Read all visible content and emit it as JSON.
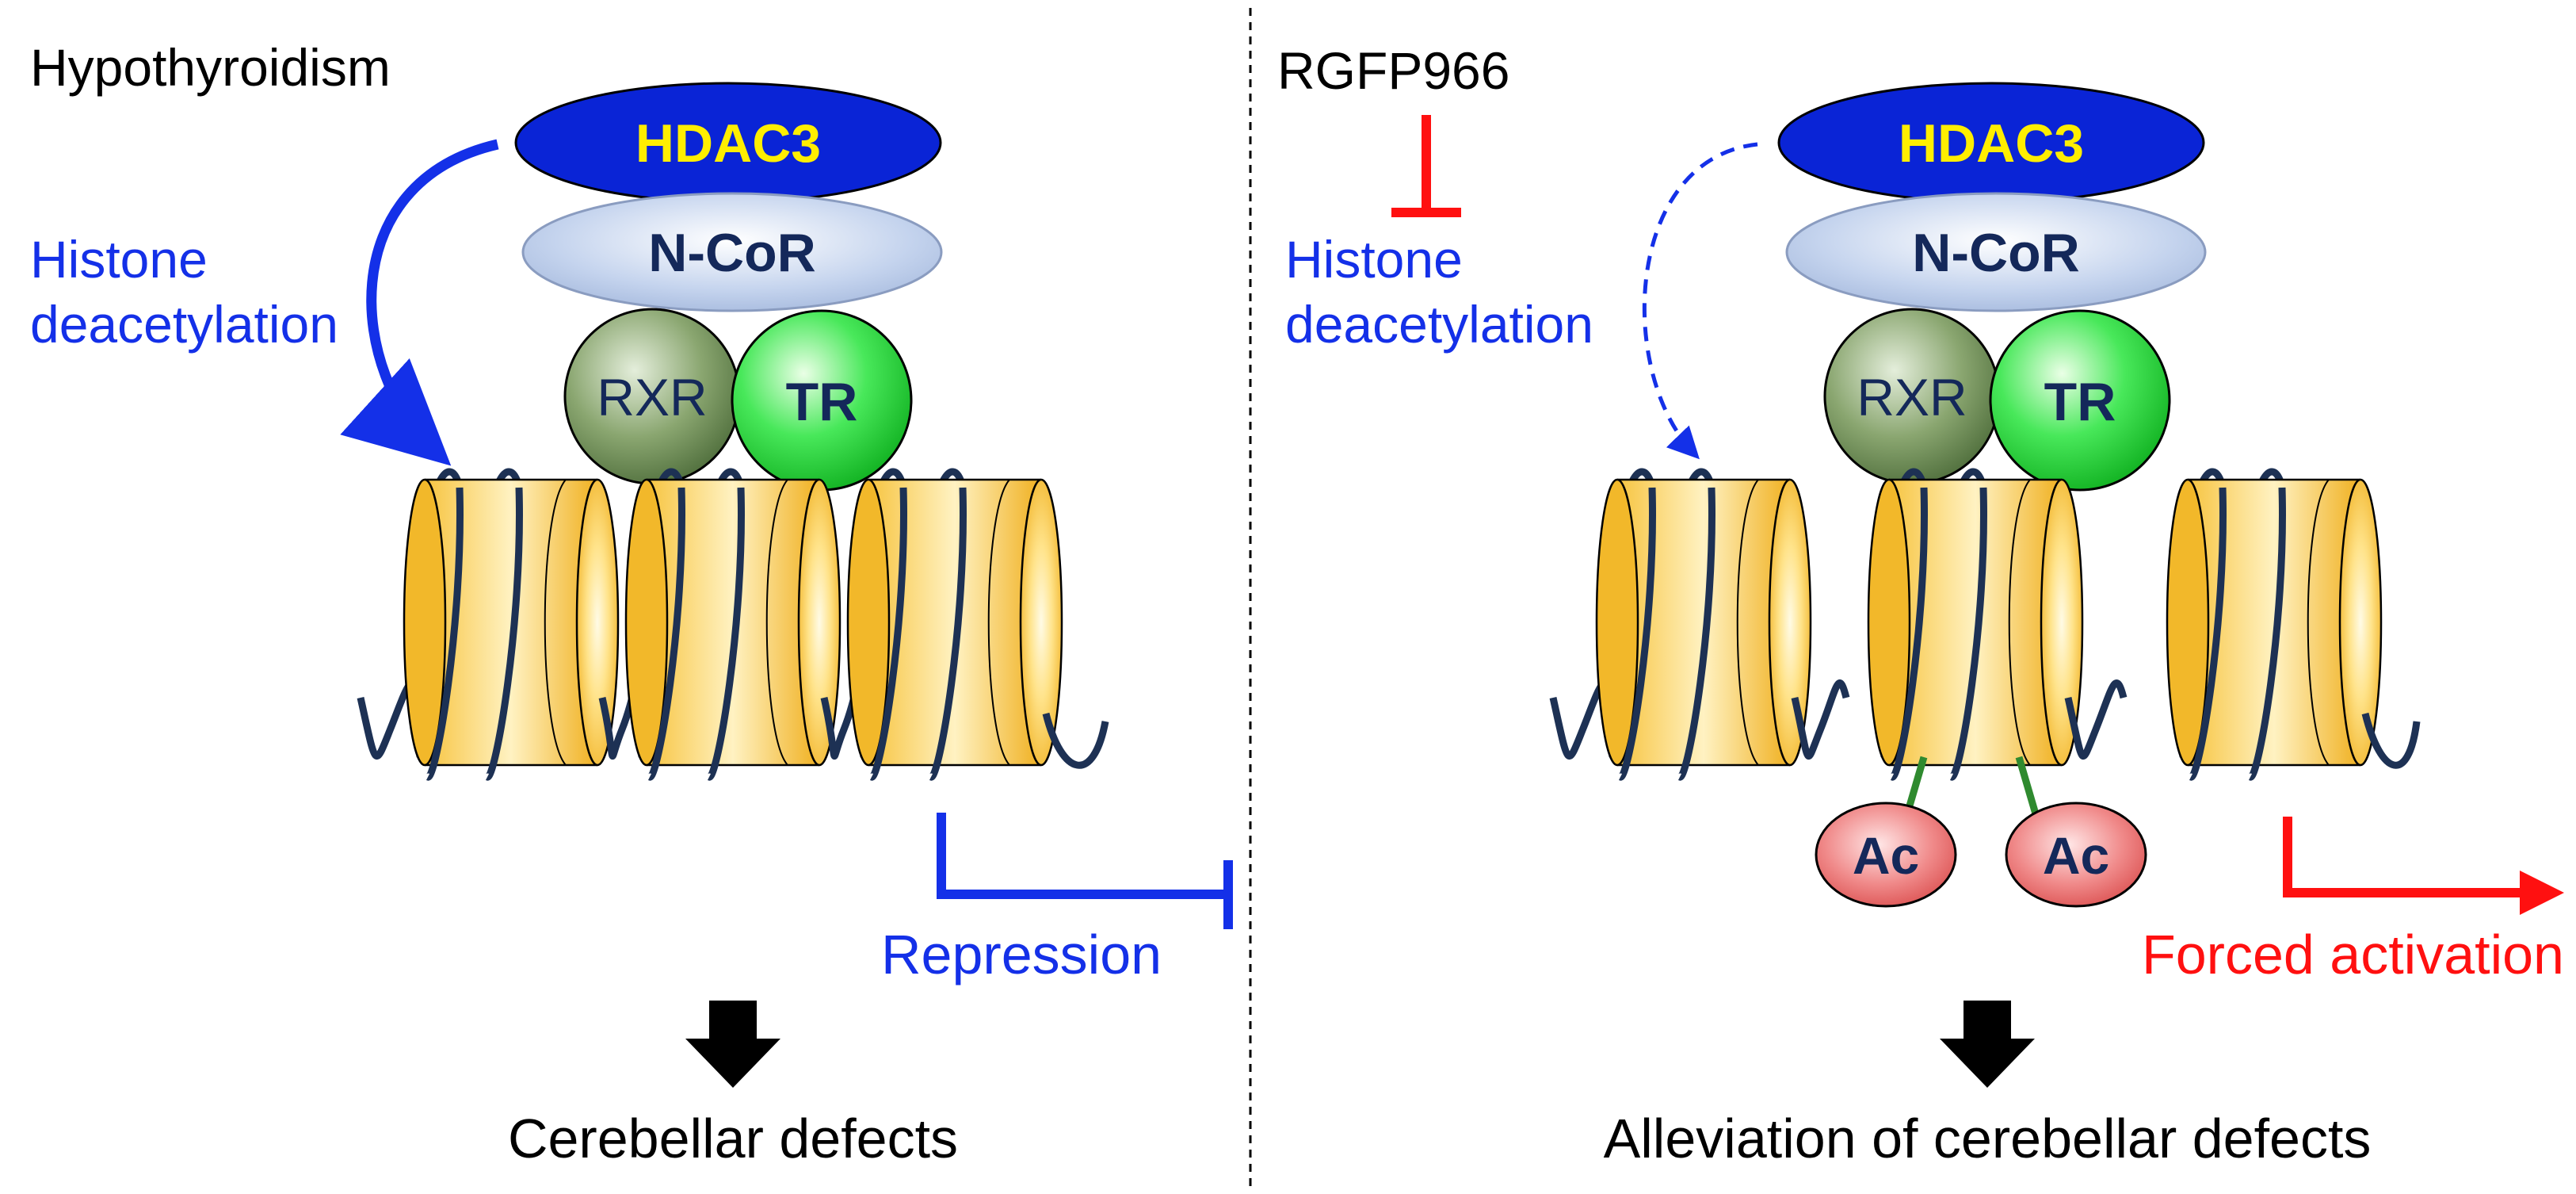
{
  "left_panel": {
    "condition_label": "Hypothyroidism",
    "process_label_line1": "Histone",
    "process_label_line2": "deacetylation",
    "hdac3_label": "HDAC3",
    "ncor_label": "N-CoR",
    "rxr_label": "RXR",
    "tr_label": "TR",
    "transcription_label": "Repression",
    "outcome_label": "Cerebellar defects"
  },
  "right_panel": {
    "condition_label": "RGFP966",
    "process_label_line1": "Histone",
    "process_label_line2": "deacetylation",
    "hdac3_label": "HDAC3",
    "ncor_label": "N-CoR",
    "rxr_label": "RXR",
    "tr_label": "TR",
    "acetyl_labels": [
      "Ac",
      "Ac"
    ],
    "transcription_label": "Forced activation",
    "outcome_label": "Alleviation of cerebellar defects"
  },
  "colors": {
    "hdac3_fill": "#0a24d6",
    "hdac3_text": "#ffee00",
    "ncor_fill": "#b8c8e6",
    "complex_text": "#14285a",
    "rxr_fill": "#6c8a58",
    "tr_fill": "#22d83a",
    "nucleosome_fill": "#f2b82a",
    "dna_strand": "#1d3154",
    "repression_blue": "#1430e8",
    "activation_red": "#ff1010",
    "acetyl_fill": "#e65858",
    "acetyl_link": "#2f8a2f"
  }
}
